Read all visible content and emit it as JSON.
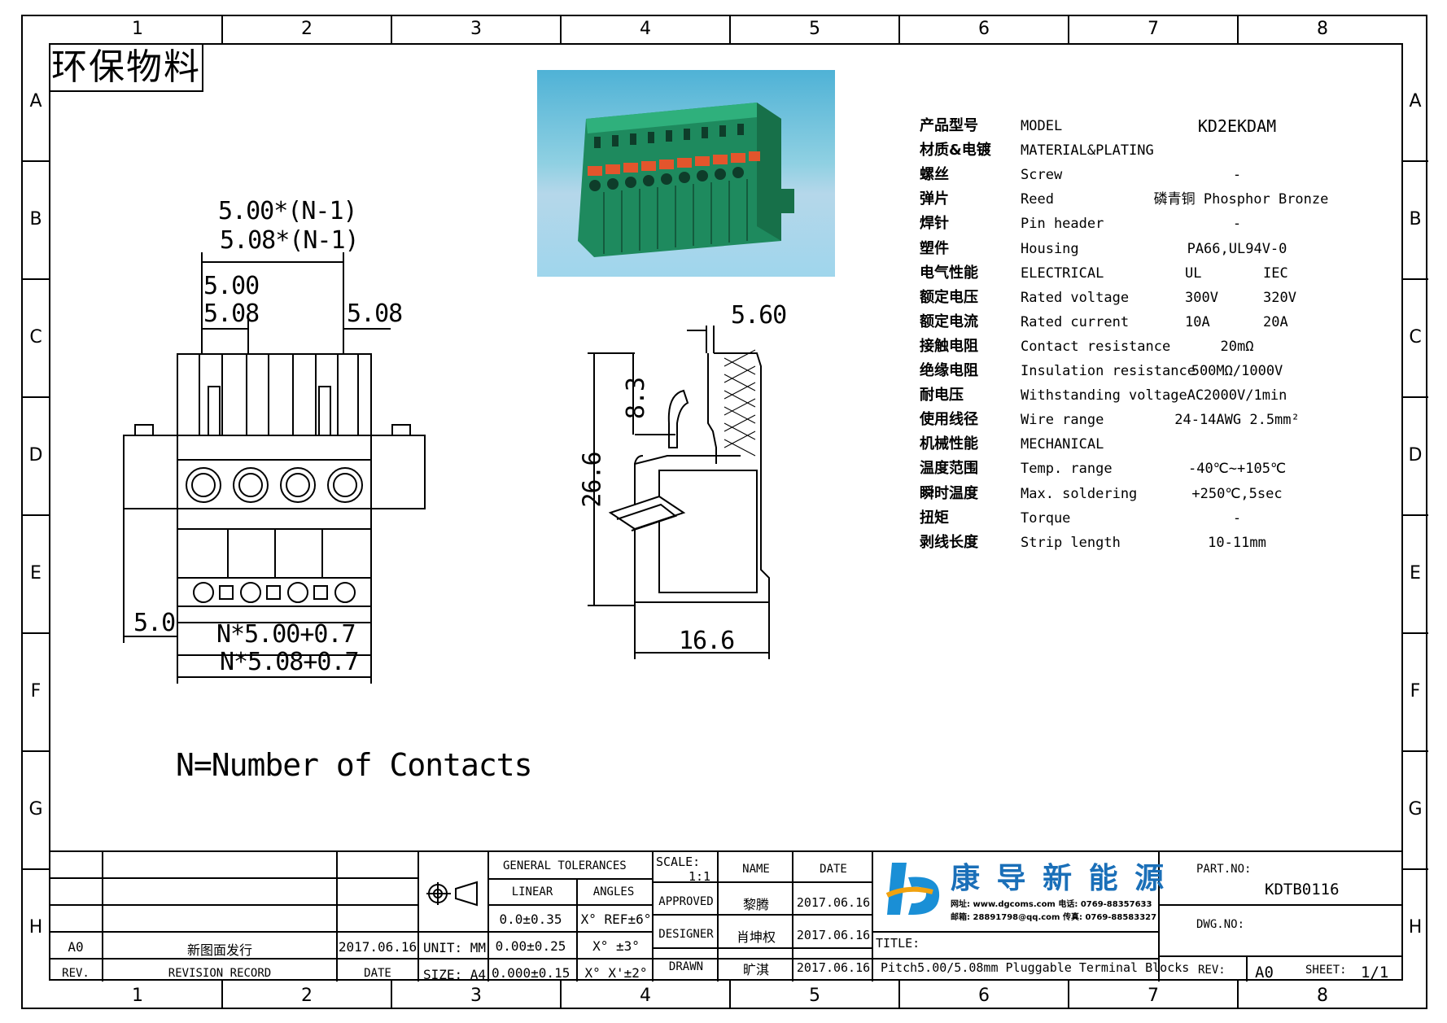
{
  "grid": {
    "columns": [
      "1",
      "2",
      "3",
      "4",
      "5",
      "6",
      "7",
      "8"
    ],
    "rows": [
      "A",
      "B",
      "C",
      "D",
      "E",
      "F",
      "G",
      "H"
    ]
  },
  "eco_tag": "环保物料",
  "specs": [
    {
      "cn": "产品型号",
      "en": "MODEL",
      "v1": "KD2EKDAM",
      "v2": ""
    },
    {
      "cn": "材质&电镀",
      "en": "MATERIAL&PLATING",
      "v1": "",
      "v2": ""
    },
    {
      "cn": "螺丝",
      "en": "Screw",
      "v1": "-",
      "v2": ""
    },
    {
      "cn": "弹片",
      "en": "Reed",
      "v1": "磷青铜 Phosphor Bronze",
      "v2": ""
    },
    {
      "cn": "焊针",
      "en": "Pin header",
      "v1": "-",
      "v2": ""
    },
    {
      "cn": "塑件",
      "en": "Housing",
      "v1": "PA66,UL94V-0",
      "v2": ""
    },
    {
      "cn": "电气性能",
      "en": "ELECTRICAL",
      "v1": "UL",
      "v2": "IEC"
    },
    {
      "cn": "额定电压",
      "en": "Rated voltage",
      "v1": "300V",
      "v2": "320V"
    },
    {
      "cn": "额定电流",
      "en": "Rated current",
      "v1": "10A",
      "v2": "20A"
    },
    {
      "cn": "接触电阻",
      "en": "Contact resistance",
      "v1": "20mΩ",
      "v2": ""
    },
    {
      "cn": "绝缘电阻",
      "en": "Insulation resistance",
      "v1": "500MΩ/1000V",
      "v2": ""
    },
    {
      "cn": "耐电压",
      "en": "Withstanding voltage",
      "v1": "AC2000V/1min",
      "v2": ""
    },
    {
      "cn": "使用线径",
      "en": "Wire range",
      "v1": "24-14AWG 2.5mm²",
      "v2": ""
    },
    {
      "cn": "机械性能",
      "en": "MECHANICAL",
      "v1": "",
      "v2": ""
    },
    {
      "cn": "温度范围",
      "en": "Temp. range",
      "v1": "-40℃~+105℃",
      "v2": ""
    },
    {
      "cn": "瞬时温度",
      "en": "Max. soldering",
      "v1": "+250℃,5sec",
      "v2": ""
    },
    {
      "cn": "扭矩",
      "en": "Torque",
      "v1": "-",
      "v2": ""
    },
    {
      "cn": "剥线长度",
      "en": "Strip length",
      "v1": "10-11mm",
      "v2": ""
    }
  ],
  "dims": {
    "pitch_n1_a": "5.00*(N-1)",
    "pitch_n1_b": "5.08*(N-1)",
    "pitch_a": "5.00",
    "pitch_b": "5.08",
    "pitch_r": "5.08",
    "side": "5.0",
    "width_a": "N*5.00+0.7",
    "width_b": "N*5.08+0.7",
    "top_gap": "5.60",
    "h_83": "8.3",
    "h_266": "26.6",
    "w_166": "16.6"
  },
  "note": "N=Number of Contacts",
  "title_block": {
    "general_tolerances": "GENERAL TOLERANCES",
    "linear": "LINEAR",
    "angles": "ANGLES",
    "lin1": "0.0±0.35",
    "lin2": "0.00±0.25",
    "lin3": "0.000±0.15",
    "ang1": "X° REF±6°",
    "ang2": "X° ±3°",
    "ang3": "X° X'±2°",
    "unit": "UNIT: MM",
    "size": "SIZE: A4",
    "scale_label": "SCALE:",
    "scale_value": "1:1",
    "name_label": "NAME",
    "date_label": "DATE",
    "approved": "APPROVED",
    "designer": "DESIGNER",
    "drawn": "DRAWN",
    "approved_name": "黎腾",
    "designer_name": "肖坤权",
    "drawn_name": "旷淇",
    "approved_date": "2017.06.16",
    "designer_date": "2017.06.16",
    "drawn_date": "2017.06.16",
    "company": "康 导 新 能 源",
    "company_line1": "网址: www.dgcoms.com  电话: 0769-88357633",
    "company_line2": "邮箱: 28891798@qq.com 传真: 0769-88583327",
    "title_label": "TITLE:",
    "title_value": "Pitch5.00/5.08mm Pluggable Terminal Blocks",
    "part_no_label": "PART.NO:",
    "part_no": "KDTB0116",
    "dwg_no_label": "DWG.NO:",
    "rev_label": "REV:",
    "rev_value": "A0",
    "sheet_label": "SHEET:",
    "sheet_value": "1/1",
    "rev_row_rev": "A0",
    "rev_row_record": "新图面发行",
    "rev_row_date": "2017.06.16",
    "rev_head": "REV.",
    "revision_record": "REVISION RECORD",
    "date_head": "DATE"
  },
  "colors": {
    "housing": "#2a9a6c",
    "release": "#e3552c",
    "line": "#000000"
  }
}
